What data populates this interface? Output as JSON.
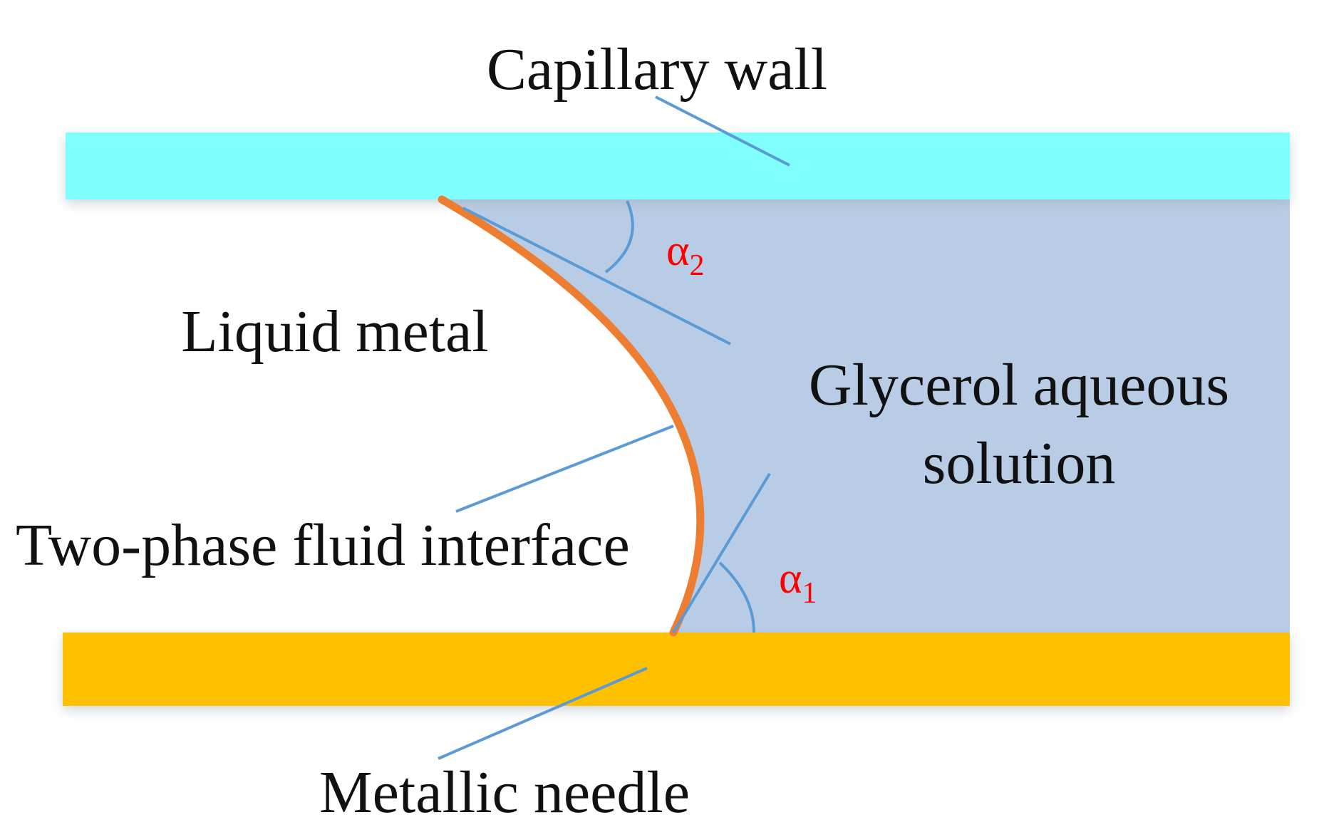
{
  "labels": {
    "capillary_wall": "Capillary wall",
    "liquid_metal": "Liquid metal",
    "glycerol_line1": "Glycerol aqueous",
    "glycerol_line2": "solution",
    "interface": "Two-phase fluid interface",
    "needle": "Metallic needle"
  },
  "angles": {
    "alpha2": {
      "symbol": "α",
      "subscript": "2"
    },
    "alpha1": {
      "symbol": "α",
      "subscript": "1"
    }
  },
  "colors": {
    "capillary_wall": "#80FFFF",
    "solution": "#B8CCE6",
    "needle": "#FFC000",
    "interface": "#ED7D31",
    "leader_lines": "#5B9BD5",
    "angle_labels": "#FF0000",
    "text": "#111111"
  }
}
